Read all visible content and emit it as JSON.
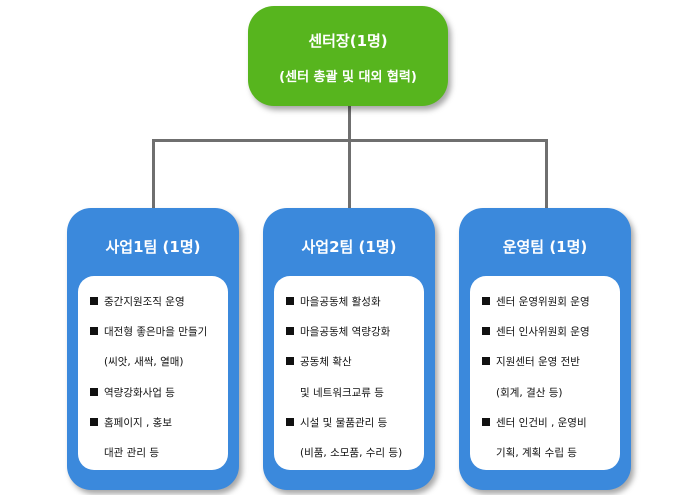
{
  "head": {
    "title": "센터장(1명)",
    "subtitle": "(센터 총괄 및 대외 협력)"
  },
  "teams": [
    {
      "name": "사업1팀 (1명)",
      "lines": [
        {
          "text": "중간지원조직 운영",
          "bullet": true
        },
        {
          "text": "대전형 좋은마을 만들기",
          "bullet": true
        },
        {
          "text": "(씨앗, 새싹, 열매)",
          "bullet": false
        },
        {
          "text": "역량강화사업 등",
          "bullet": true
        },
        {
          "text": "홈페이지 , 홍보",
          "bullet": true
        },
        {
          "text": "대관 관리 등",
          "bullet": false
        }
      ]
    },
    {
      "name": "사업2팀 (1명)",
      "lines": [
        {
          "text": "마을공동체 활성화",
          "bullet": true
        },
        {
          "text": "마을공동체 역량강화",
          "bullet": true
        },
        {
          "text": "공동체 확산",
          "bullet": true
        },
        {
          "text": "및 네트워크교류 등",
          "bullet": false
        },
        {
          "text": "시설 및 물품관리 등",
          "bullet": true
        },
        {
          "text": "(비품, 소모품, 수리 등)",
          "bullet": false
        }
      ]
    },
    {
      "name": "운영팀 (1명)",
      "lines": [
        {
          "text": "센터 운영위원회 운영",
          "bullet": true
        },
        {
          "text": "센터 인사위원회 운영",
          "bullet": true
        },
        {
          "text": "지원센터 운영 전반",
          "bullet": true
        },
        {
          "text": "(회계, 결산 등)",
          "bullet": false
        },
        {
          "text": "센터 인건비 , 운영비",
          "bullet": true
        },
        {
          "text": "기획, 계획 수립 등",
          "bullet": false
        }
      ]
    }
  ]
}
